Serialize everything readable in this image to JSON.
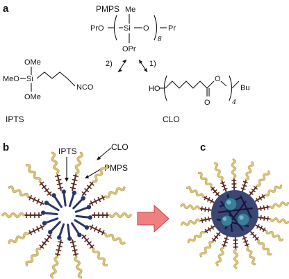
{
  "panels": {
    "a": "a",
    "b": "b",
    "c": "c"
  },
  "pmps": {
    "name": "PMPS",
    "methyl": "Me",
    "left_group": "PrO",
    "si": "Si",
    "o_repeat": "O",
    "repeat_count": "8",
    "right_group": "Pr",
    "pendant": "OPr"
  },
  "ipts": {
    "name": "IPTS",
    "ome_top": "OMe",
    "ome_left": "MeO",
    "si": "Si",
    "ome_bottom": "OMe",
    "end_group": "NCO"
  },
  "clo": {
    "name": "CLO",
    "ho": "HO",
    "o_ester": "O",
    "o_carbonyl": "O",
    "end_group": "Bu",
    "repeat_count": "4"
  },
  "reactions": {
    "label_1": "1)",
    "label_2": "2)"
  },
  "panel_b_labels": {
    "ipts": "IPTS",
    "clo": "CLO",
    "pmps": "PMPS"
  },
  "colors": {
    "clo_chain": "#d9c47a",
    "clo_chain_dark": "#b89e4e",
    "ipts_linker": "#5a2a22",
    "pmps_core": "#2a3668",
    "core_sphere": "#3a7f9a",
    "arrow_fill": "#f08080",
    "arrow_stroke": "#c04040"
  }
}
